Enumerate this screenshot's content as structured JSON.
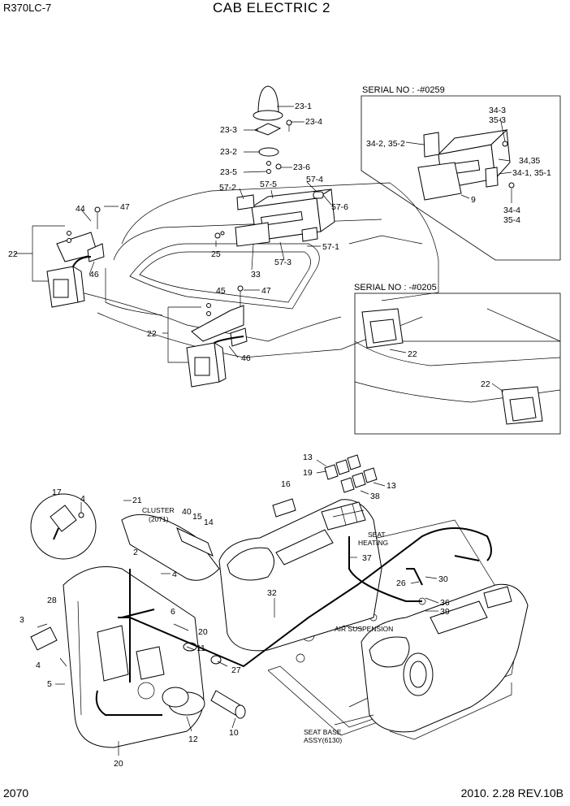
{
  "header": {
    "model": "R370LC-7",
    "title": "CAB ELECTRIC 2"
  },
  "footer": {
    "page": "2070",
    "revision": "2010. 2.28  REV.10B"
  },
  "insets": {
    "serial_top": "SERIAL NO : -#0259",
    "serial_mid": "SERIAL NO : -#0205"
  },
  "notes": {
    "cluster": "CLUSTER",
    "cluster_ref": "(2071)",
    "seat_heating_1": "SEAT",
    "seat_heating_2": "HEATING",
    "air_suspension": "AIR SUSPENSION",
    "seat_base_1": "SEAT BASE",
    "seat_base_2": "ASSY(6130)"
  },
  "callouts": [
    "23-1",
    "23-3",
    "23-4",
    "23-2",
    "23-5",
    "23-6",
    "57-2",
    "57-5",
    "57-4",
    "57-6",
    "47",
    "44",
    "22",
    "46",
    "25",
    "33",
    "57-3",
    "57-1",
    "45",
    "47",
    "22",
    "46",
    "34-3",
    "35-3",
    "34-2, 35-2",
    "34,35",
    "34-1, 35-1",
    "9",
    "34-4",
    "35-4",
    "22",
    "22",
    "13",
    "19",
    "13",
    "38",
    "16",
    "17",
    "4",
    "21",
    "40",
    "15",
    "14",
    "2",
    "4",
    "6",
    "28",
    "3",
    "4",
    "5",
    "20",
    "11",
    "27",
    "12",
    "10",
    "20",
    "37",
    "32",
    "26",
    "30",
    "36",
    "39"
  ]
}
